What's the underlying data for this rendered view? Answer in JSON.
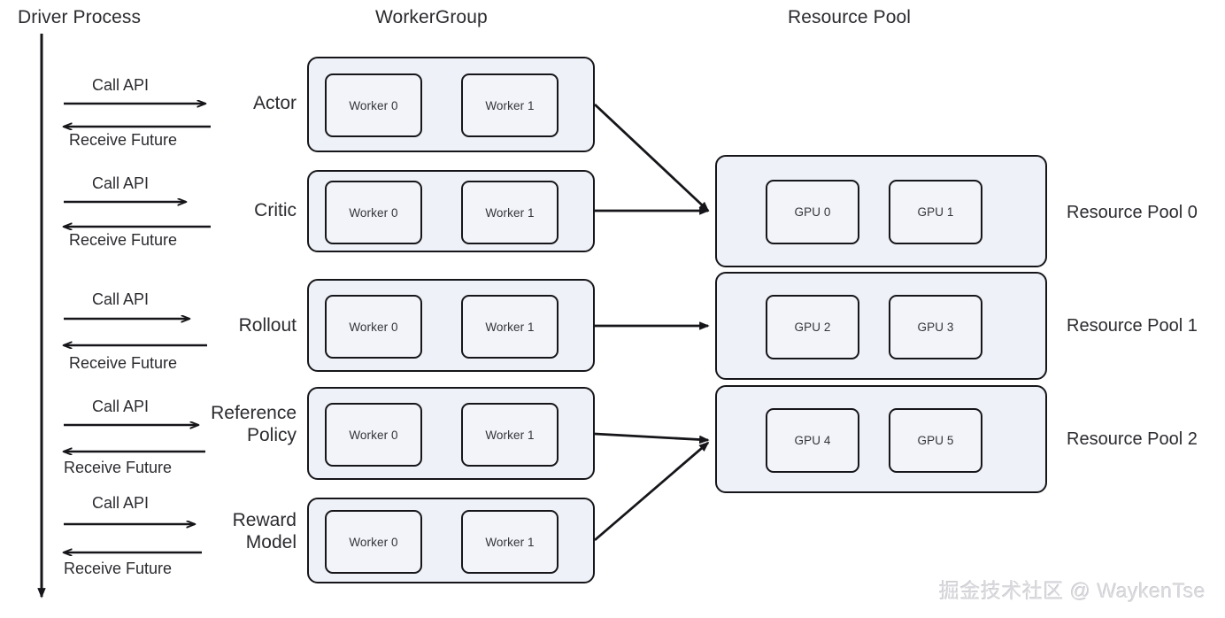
{
  "columns": {
    "driver": "Driver Process",
    "worker_group": "WorkerGroup",
    "resource_pool": "Resource Pool"
  },
  "roles": [
    {
      "label": "Actor",
      "workers": [
        "Worker 0",
        "Worker 1"
      ]
    },
    {
      "label": "Critic",
      "workers": [
        "Worker 0",
        "Worker 1"
      ]
    },
    {
      "label": "Rollout",
      "workers": [
        "Worker 0",
        "Worker 1"
      ]
    },
    {
      "label": "Reference\nPolicy",
      "workers": [
        "Worker 0",
        "Worker 1"
      ]
    },
    {
      "label": "Reward\nModel",
      "workers": [
        "Worker 0",
        "Worker 1"
      ]
    }
  ],
  "messages": [
    {
      "call": "Call API",
      "receive": "Receive Future"
    },
    {
      "call": "Call API",
      "receive": "Receive Future"
    },
    {
      "call": "Call API",
      "receive": "Receive Future"
    },
    {
      "call": "Call API",
      "receive": "Receive Future"
    },
    {
      "call": "Call API",
      "receive": "Receive Future"
    }
  ],
  "pools": [
    {
      "label": "Resource Pool 0",
      "gpus": [
        "GPU 0",
        "GPU 1"
      ]
    },
    {
      "label": "Resource Pool 1",
      "gpus": [
        "GPU 2",
        "GPU 3"
      ]
    },
    {
      "label": "Resource Pool 2",
      "gpus": [
        "GPU 4",
        "GPU 5"
      ]
    }
  ],
  "watermark": "掘金技术社区 @ WaykenTse",
  "colors": {
    "stroke": "#16161a",
    "group_fill": "#eef1f8",
    "inner_fill": "#f2f4fa",
    "text": "#2b2b30",
    "watermark": "#d9d9dd"
  }
}
